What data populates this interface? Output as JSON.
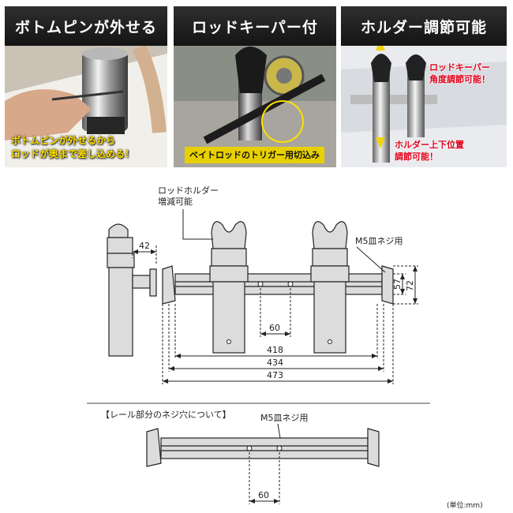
{
  "photos": [
    {
      "banner": "ボトムピンが外せる",
      "caption_lines": [
        "ボトムピンが外せるから",
        "ロッドが奥まで差し込める！"
      ]
    },
    {
      "banner": "ロッドキーパー付",
      "caption_lines": [
        "ベイトロッドのトリガー用切込み"
      ]
    },
    {
      "banner": "ホルダー調節可能",
      "caption_top_lines": [
        "ロッドキーパー",
        "角度調節可能！"
      ],
      "caption_bottom_lines": [
        "ホルダー上下位置",
        "調節可能！"
      ]
    }
  ],
  "diagram": {
    "rod_holder_note_line1": "ロッドホルダー",
    "rod_holder_note_line2": "増減可能",
    "screw_label": "M5皿ネジ用",
    "dim_side_depth": "42",
    "dim_hole_pitch": "60",
    "dim_height_inner": "57",
    "dim_height_outer": "72",
    "dim_holder_span": "418",
    "dim_rail_span": "434",
    "dim_overall": "473"
  },
  "rail_section": {
    "title": "【レール部分のネジ穴について】",
    "screw_label": "M5皿ネジ用",
    "dim_hole_pitch": "60",
    "unit_note": "(単位:mm)"
  },
  "colors": {
    "banner_bg": "#1e1e1e",
    "caption_yellow": "#ffe000",
    "caption_red": "#e0001a",
    "drawing_fill": "#dcdcdc",
    "line": "#222222"
  }
}
